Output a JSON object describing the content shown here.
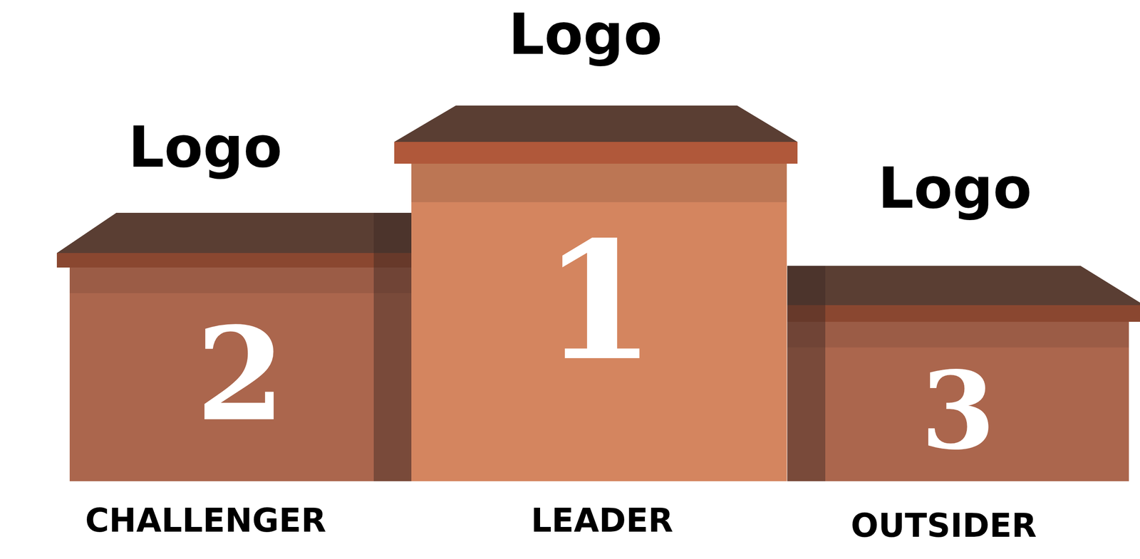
{
  "diagram": {
    "nodes": [
      {
        "text": [
          "2"
        ]
      },
      {
        "text": [
          "1"
        ]
      },
      {
        "text": [
          "3"
        ]
      }
    ],
    "labels": [
      "Logo",
      "Logo",
      "Logo",
      "CHALLENGER",
      "LEADER",
      "OUTSIDER"
    ]
  }
}
